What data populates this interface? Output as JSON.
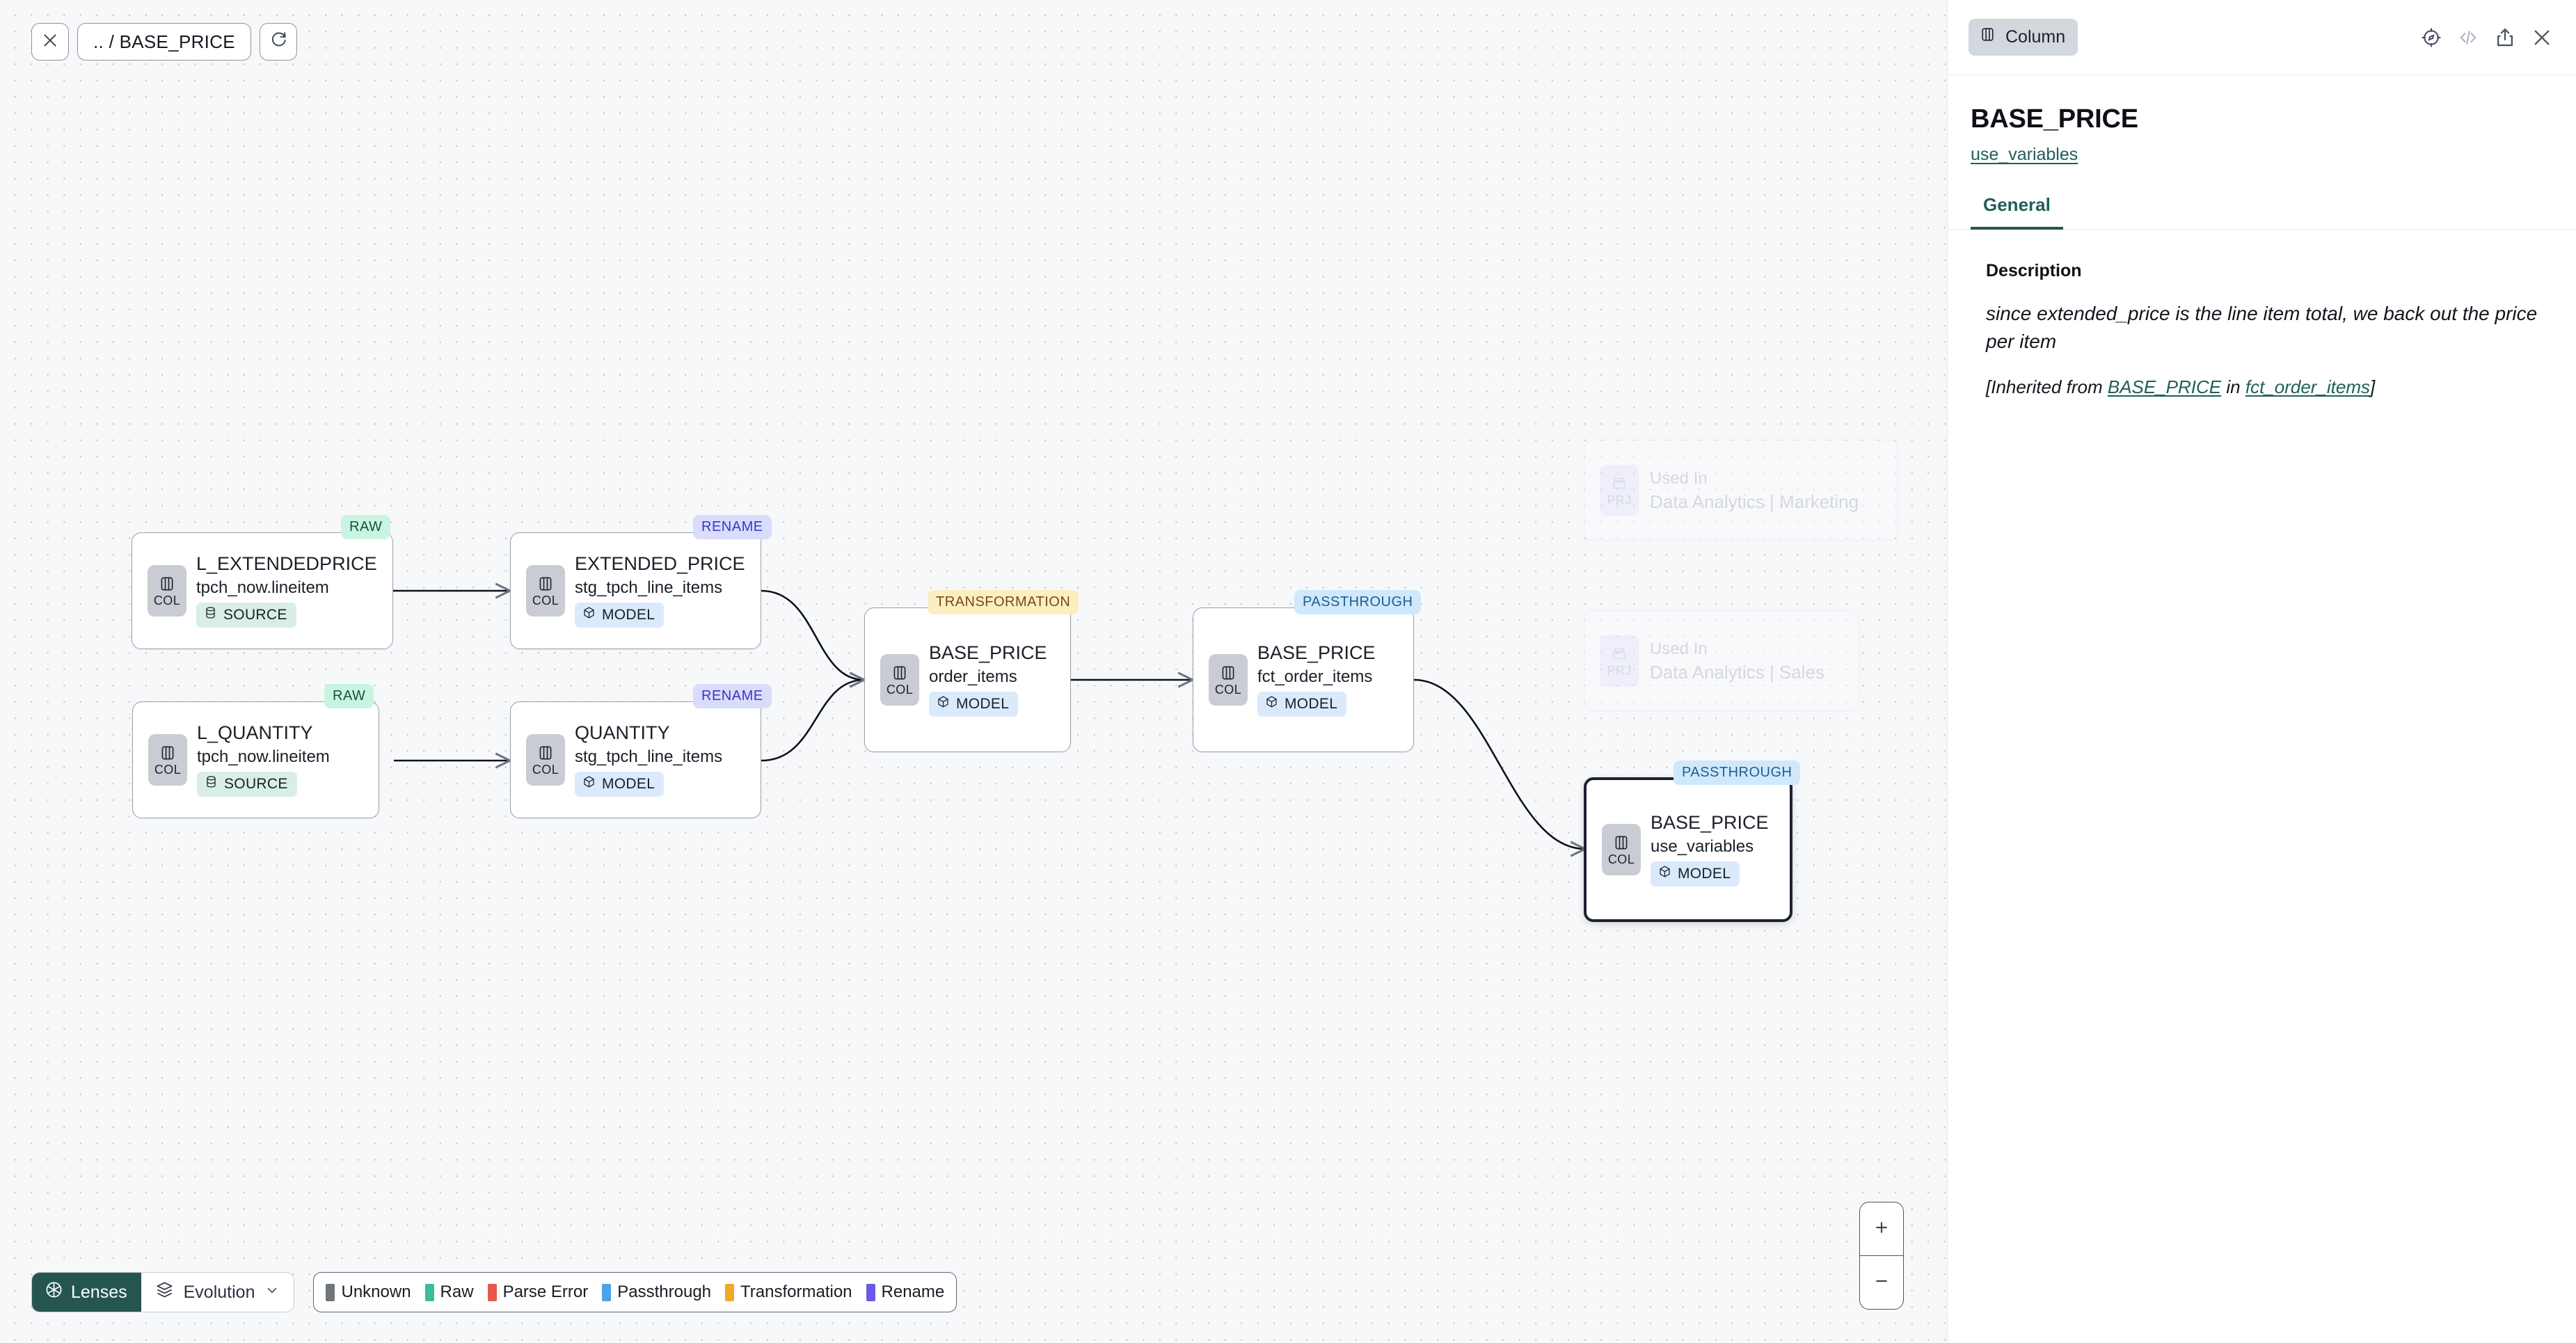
{
  "topbar": {
    "close_icon": "close-icon",
    "breadcrumb": ".. / BASE_PRICE",
    "refresh_icon": "refresh-icon"
  },
  "graph": {
    "nodes": [
      {
        "id": "l_extendedprice",
        "badge": "RAW",
        "badge_kind": "raw",
        "kind": "COL",
        "kind_icon": "column-icon",
        "title": "L_EXTENDEDPRICE",
        "subtitle": "tpch_now.lineitem",
        "tag": "SOURCE",
        "tag_kind": "source",
        "tag_icon": "database-icon",
        "selected": false
      },
      {
        "id": "extended_price",
        "badge": "RENAME",
        "badge_kind": "rename",
        "kind": "COL",
        "kind_icon": "column-icon",
        "title": "EXTENDED_PRICE",
        "subtitle": "stg_tpch_line_items",
        "tag": "MODEL",
        "tag_kind": "model",
        "tag_icon": "cube-icon",
        "selected": false
      },
      {
        "id": "l_quantity",
        "badge": "RAW",
        "badge_kind": "raw",
        "kind": "COL",
        "kind_icon": "column-icon",
        "title": "L_QUANTITY",
        "subtitle": "tpch_now.lineitem",
        "tag": "SOURCE",
        "tag_kind": "source",
        "tag_icon": "database-icon",
        "selected": false
      },
      {
        "id": "quantity",
        "badge": "RENAME",
        "badge_kind": "rename",
        "kind": "COL",
        "kind_icon": "column-icon",
        "title": "QUANTITY",
        "subtitle": "stg_tpch_line_items",
        "tag": "MODEL",
        "tag_kind": "model",
        "tag_icon": "cube-icon",
        "selected": false
      },
      {
        "id": "base_price_order_items",
        "badge": "TRANSFORMATION",
        "badge_kind": "transformation",
        "kind": "COL",
        "kind_icon": "column-icon",
        "title": "BASE_PRICE",
        "subtitle": "order_items",
        "tag": "MODEL",
        "tag_kind": "model",
        "tag_icon": "cube-icon",
        "selected": false
      },
      {
        "id": "base_price_fct_order_items",
        "badge": "PASSTHROUGH",
        "badge_kind": "passthrough",
        "kind": "COL",
        "kind_icon": "column-icon",
        "title": "BASE_PRICE",
        "subtitle": "fct_order_items",
        "tag": "MODEL",
        "tag_kind": "model",
        "tag_icon": "cube-icon",
        "selected": false
      },
      {
        "id": "base_price_use_variables",
        "badge": "PASSTHROUGH",
        "badge_kind": "passthrough",
        "kind": "COL",
        "kind_icon": "column-icon",
        "title": "BASE_PRICE",
        "subtitle": "use_variables",
        "tag": "MODEL",
        "tag_kind": "model",
        "tag_icon": "cube-icon",
        "selected": true
      }
    ],
    "used_in": [
      {
        "id": "used_in_marketing",
        "kind": "PRJ",
        "kind_icon": "project-icon",
        "label": "Used In",
        "name": "Data Analytics | Marketing"
      },
      {
        "id": "used_in_sales",
        "kind": "PRJ",
        "kind_icon": "project-icon",
        "label": "Used In",
        "name": "Data Analytics | Sales"
      }
    ]
  },
  "zoom_controls": {
    "zoom_in": "+",
    "zoom_out": "−"
  },
  "bottom_bar": {
    "lenses_label": "Lenses",
    "lenses_icon": "aperture-icon",
    "evolution_label": "Evolution",
    "evolution_icon": "layers-icon",
    "chevron_icon": "chevron-down-icon",
    "legend": [
      {
        "label": "Unknown",
        "color": "#6f7579"
      },
      {
        "label": "Raw",
        "color": "#3dbb9a"
      },
      {
        "label": "Parse Error",
        "color": "#e8584c"
      },
      {
        "label": "Passthrough",
        "color": "#4aa3e8"
      },
      {
        "label": "Transformation",
        "color": "#edab2a"
      },
      {
        "label": "Rename",
        "color": "#6a5ae8"
      }
    ]
  },
  "panel": {
    "type_label": "Column",
    "type_icon": "column-icon",
    "icons": [
      "compass-icon",
      "code-icon",
      "share-icon",
      "close-icon"
    ],
    "title": "BASE_PRICE",
    "sublink": "use_variables",
    "tabs": [
      {
        "label": "General",
        "active": true
      }
    ],
    "description_label": "Description",
    "description_text": "since extended_price is the line item total, we back out the price per item",
    "inherited_prefix": "[Inherited from ",
    "inherited_link_1": "BASE_PRICE",
    "inherited_middle": " in ",
    "inherited_link_2": "fct_order_items",
    "inherited_suffix": "]"
  }
}
